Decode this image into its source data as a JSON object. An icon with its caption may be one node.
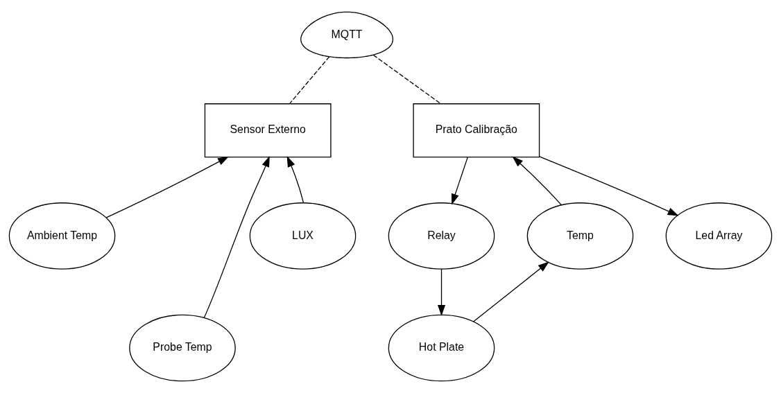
{
  "diagram": {
    "nodes": [
      {
        "text": [
          "MQTT"
        ]
      },
      {
        "text": [
          "Sensor Externo"
        ]
      },
      {
        "text": [
          "Prato Calibração"
        ]
      },
      {
        "text": [
          "Ambient Temp"
        ]
      },
      {
        "text": [
          "Probe Temp"
        ]
      },
      {
        "text": [
          "LUX"
        ]
      },
      {
        "text": [
          "Relay"
        ]
      },
      {
        "text": [
          "Temp"
        ]
      },
      {
        "text": [
          "Led Array"
        ]
      },
      {
        "text": [
          "Hot Plate"
        ]
      }
    ],
    "edges": [
      {
        "from": 0,
        "to": 1,
        "arrow": "none",
        "style": "dashed"
      },
      {
        "from": 0,
        "to": 2,
        "arrow": "none",
        "style": "dashed"
      },
      {
        "from": 3,
        "to": 1,
        "arrow": "to"
      },
      {
        "from": 4,
        "to": 1,
        "arrow": "to"
      },
      {
        "from": 5,
        "to": 1,
        "arrow": "to"
      },
      {
        "from": 2,
        "to": 6,
        "arrow": "to"
      },
      {
        "from": 7,
        "to": 2,
        "arrow": "to"
      },
      {
        "from": 2,
        "to": 8,
        "arrow": "to"
      },
      {
        "from": 6,
        "to": 9,
        "arrow": "to"
      },
      {
        "from": 9,
        "to": 7,
        "arrow": "to"
      }
    ]
  }
}
